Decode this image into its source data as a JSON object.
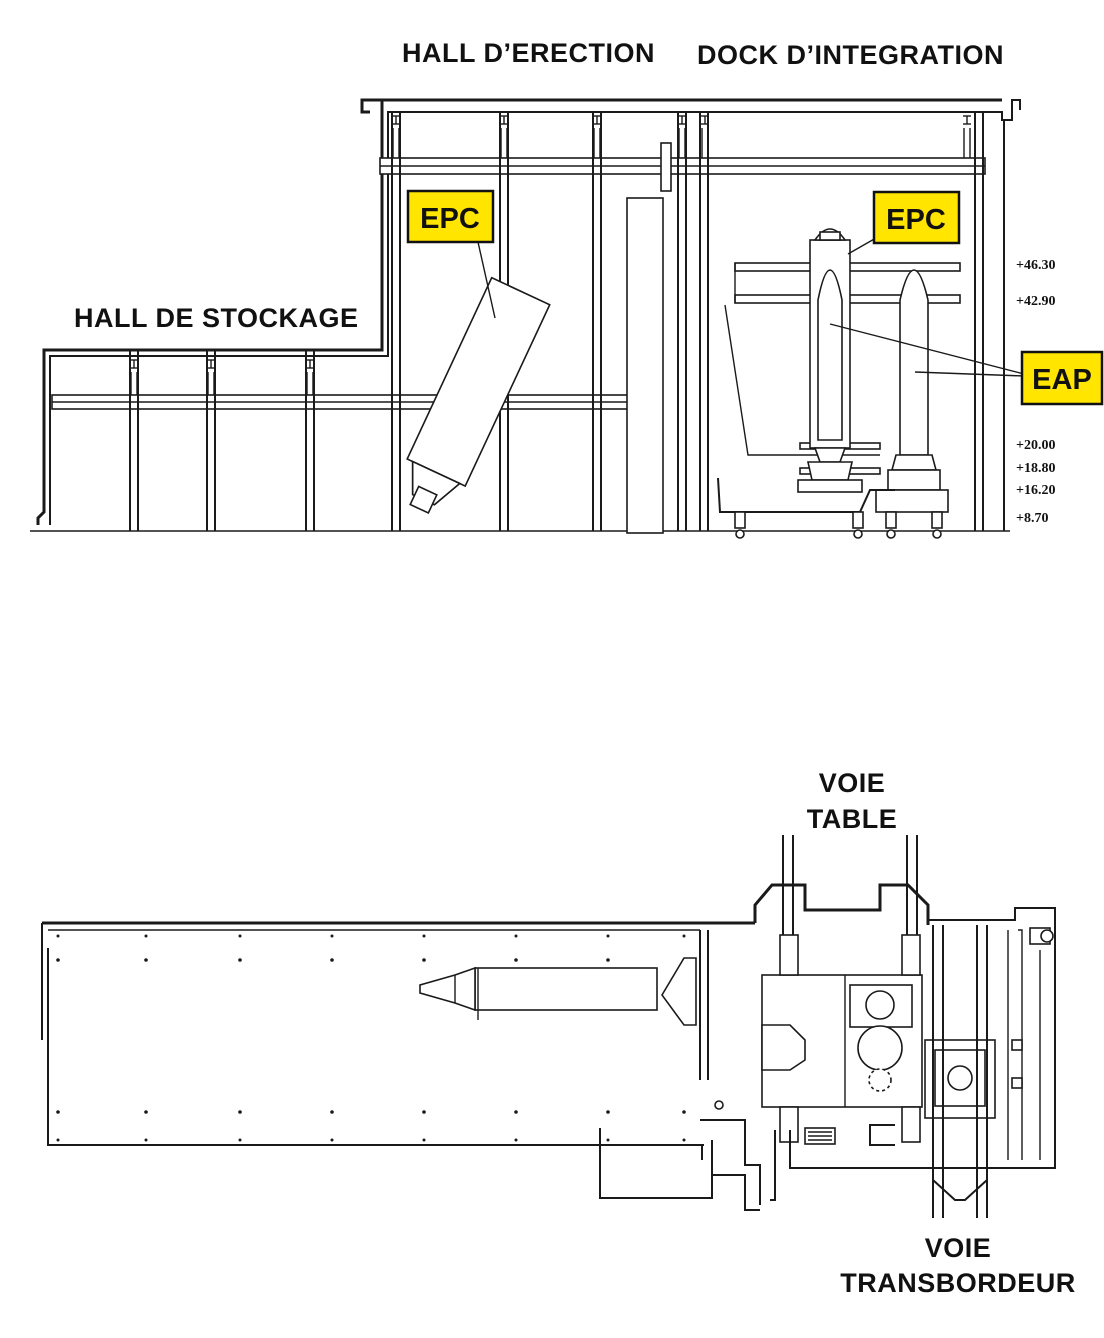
{
  "section": {
    "hall_erection": "HALL D’ERECTION",
    "dock_integration": "DOCK D’INTEGRATION",
    "hall_stockage": "HALL DE STOCKAGE",
    "tags": {
      "epc_left": "EPC",
      "epc_right": "EPC",
      "eap": "EAP"
    },
    "elevations": [
      "+46.30",
      "+42.90",
      "+20.00",
      "+18.80",
      "+16.20",
      "+8.70"
    ],
    "colors": {
      "tag_fill": "#ffe500",
      "line": "#1a1a1a"
    }
  },
  "plan": {
    "voie_table": [
      "VOIE",
      "TABLE"
    ],
    "voie_transbordeur": [
      "VOIE",
      "TRANSBORDEUR"
    ]
  }
}
